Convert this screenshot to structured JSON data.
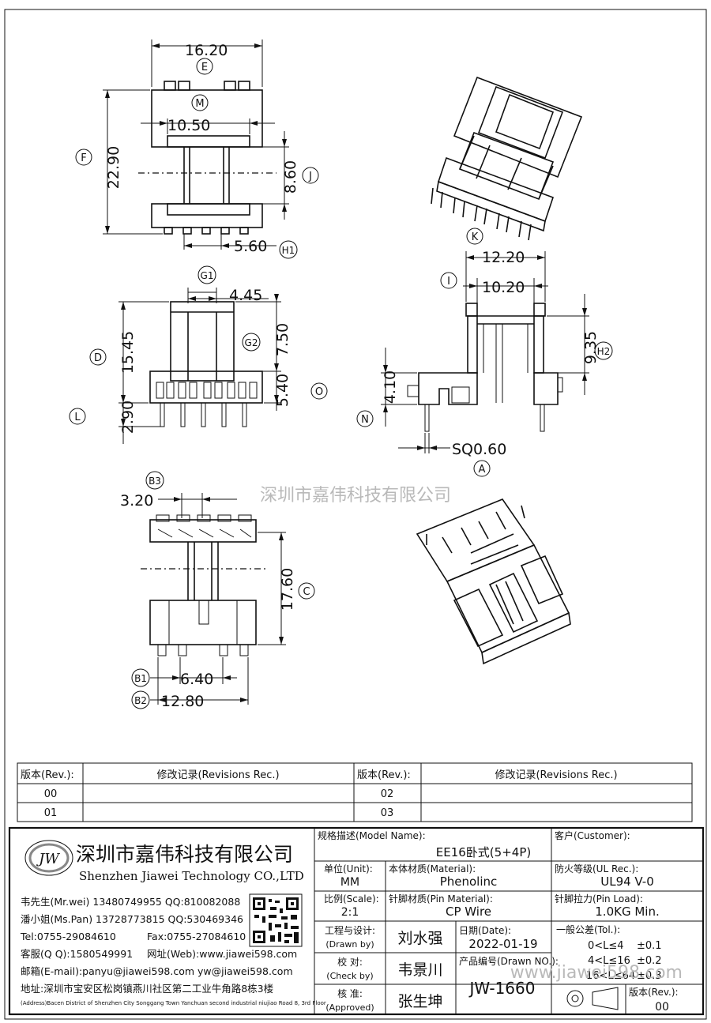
{
  "dimensions": {
    "top_width": "16.20",
    "top_inner": "10.50",
    "top_height": "22.90",
    "top_window": "8.60",
    "top_pin_pitch": "5.60",
    "side_offset": "4.45",
    "side_height": "15.45",
    "side_upper": "7.50",
    "side_base": "5.40",
    "side_pin": "2.90",
    "right_width": "12.20",
    "right_inner": "10.20",
    "right_height": "9.35",
    "right_flange": "4.10",
    "pin_square": "SQ0.60",
    "bottom_pitch": "3.20",
    "bottom_height": "17.60",
    "bottom_inner": "6.40",
    "bottom_width": "12.80"
  },
  "balloons": {
    "E": "E",
    "M": "M",
    "F": "F",
    "J": "J",
    "H1": "H1",
    "K": "K",
    "G1": "G1",
    "G2": "G2",
    "D": "D",
    "O": "O",
    "L": "L",
    "I": "I",
    "H2": "H2",
    "N": "N",
    "A": "A",
    "B3": "B3",
    "C": "C",
    "B1": "B1",
    "B2": "B2"
  },
  "watermark": "深圳市嘉伟科技有限公司",
  "revisions": {
    "h_rev": "版本(Rev.):",
    "h_rec": "修改记录(Revisions Rec.)",
    "r00": "00",
    "r01": "01",
    "r02": "02",
    "r03": "03"
  },
  "company": {
    "logo": "JW",
    "name_cn": "深圳市嘉伟科技有限公司",
    "name_en": "Shenzhen Jiawei Technology CO.,LTD",
    "c1": "韦先生(Mr.wei)  13480749955 QQ:810082088",
    "c2": "潘小姐(Ms.Pan)  13728773815 QQ:530469346",
    "c3a": "Tel:0755-29084610",
    "c3b": "Fax:0755-27084610",
    "c4a": "客服(Q Q):1580549991",
    "c4b": "网址(Web):www.jiawei598.com",
    "c5": "邮箱(E-mail):panyu@jiawei598.com   yw@jiawei598.com",
    "addr_cn": "地址:深圳市宝安区松岗镇燕川社区第二工业牛角路8栋3楼",
    "addr_en": "(Address)Bacen District of Shenzhen City Songgang Town Yanchuan  second industrial niujiao Road 8, 3rd Floor"
  },
  "titleblock": {
    "model_label": "规格描述(Model Name):",
    "model_value": "EE16卧式(5+4P)",
    "customer_label": "客户(Customer):",
    "unit_label": "单位(Unit):",
    "unit_value": "MM",
    "material_label": "本体材质(Material):",
    "material_value": "Phenolinc",
    "ul_label": "防火等级(UL Rec.):",
    "ul_value": "UL94 V-0",
    "scale_label": "比例(Scale):",
    "scale_value": "2:1",
    "pin_label": "针脚材质(Pin Material):",
    "pin_value": "CP Wire",
    "load_label": "针脚拉力(Pin Load):",
    "load_value": "1.0KG Min.",
    "drawn_label1": "工程与设计:",
    "drawn_label2": "(Drawn by)",
    "drawn_value": "刘水强",
    "date_label": "日期(Date):",
    "date_value": "2022-01-19",
    "tol_label": "一般公差(Tol.):",
    "tol1a": "0<L≤4",
    "tol1b": "±0.1",
    "tol2a": "4<L≤16",
    "tol2b": "±0.2",
    "tol3a": "16<L≤64",
    "tol3b": "±0.3",
    "check_label1": "校  对:",
    "check_label2": "(Check by)",
    "check_value": "韦景川",
    "drawno_label": "产品编号(Drawn NO.):",
    "drawno_value": "JW-1660",
    "appr_label1": "核  准:",
    "appr_label2": "(Approved)",
    "appr_value": "张生坤",
    "rev_label": "版本(Rev.):",
    "rev_value": "00",
    "site_mark": "www.jiawei598.com"
  }
}
